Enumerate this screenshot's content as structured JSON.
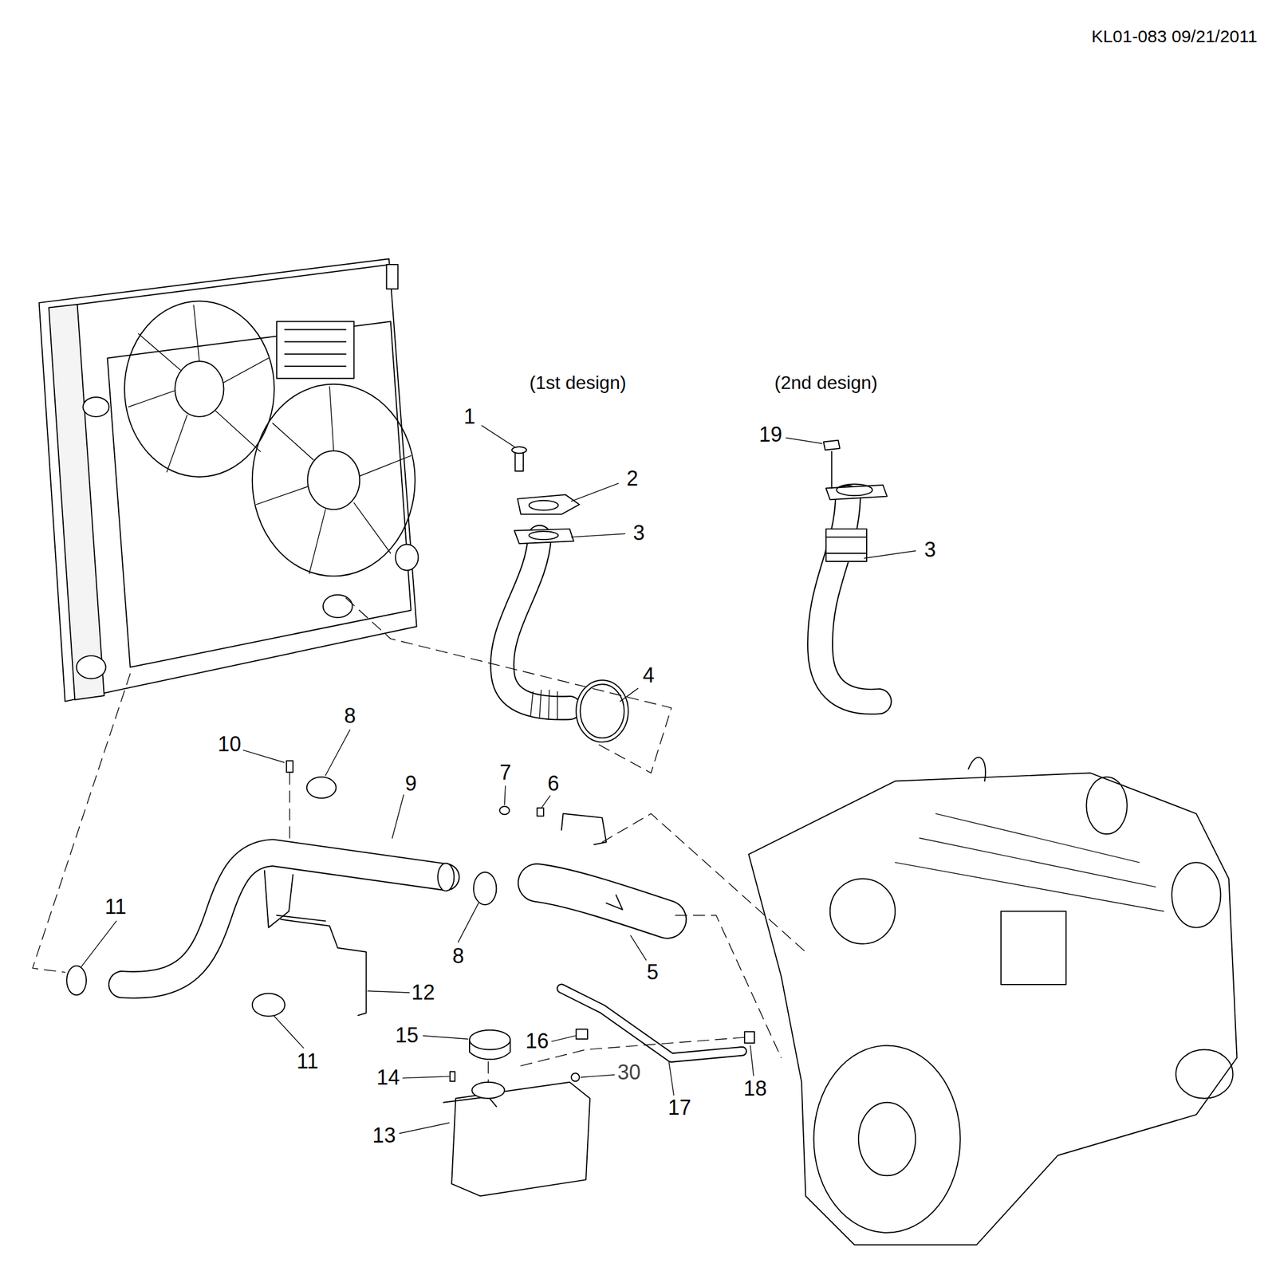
{
  "diagram": {
    "labels": [
      "KL01-083 09/21/2011",
      "(1st design)",
      "(2nd design)",
      "1",
      "19",
      "2",
      "3",
      "3",
      "4",
      "8",
      "10",
      "9",
      "7",
      "6",
      "11",
      "8",
      "5",
      "12",
      "11",
      "15",
      "16",
      "18",
      "14",
      "30",
      "17",
      "13"
    ]
  }
}
